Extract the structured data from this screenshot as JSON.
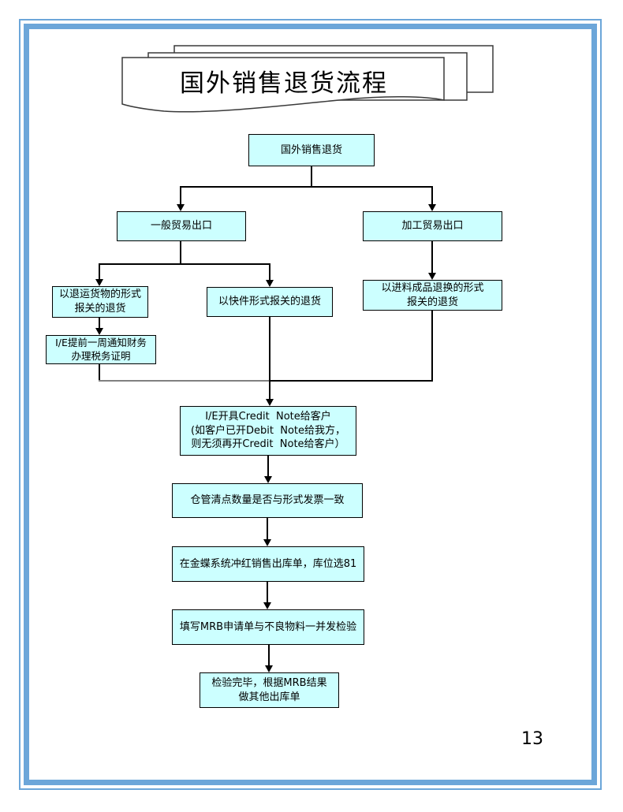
{
  "title": {
    "text": "国外销售退货流程"
  },
  "page": {
    "number": "13"
  },
  "colors": {
    "node_fill": "#CCFFFF",
    "node_border": "#000000",
    "frame_blue": "#6CA6D9",
    "connector_gray": "#808080"
  },
  "flowchart": {
    "type": "flowchart",
    "nodes": [
      {
        "id": "root",
        "lines": [
          "国外销售退货"
        ]
      },
      {
        "id": "general-trade",
        "lines": [
          "一般贸易出口"
        ]
      },
      {
        "id": "processing-trade",
        "lines": [
          "加工贸易出口"
        ]
      },
      {
        "id": "return-shipment",
        "lines": [
          "以退运货物的形式",
          "报关的退货"
        ]
      },
      {
        "id": "express-declare",
        "lines": [
          "以快件形式报关的退货"
        ]
      },
      {
        "id": "imported-exchange",
        "lines": [
          "以进料成品退换的形式",
          "报关的退货"
        ]
      },
      {
        "id": "ie-notify-finance",
        "lines": [
          "I/E提前一周通知财务",
          "办理税务证明"
        ]
      },
      {
        "id": "credit-note",
        "lines": [
          "I/E开具Credit  Note给客户",
          "(如客户已开Debit  Note给我方，",
          "则无须再开Credit  Note给客户）"
        ]
      },
      {
        "id": "warehouse-count",
        "lines": [
          "仓管清点数量是否与形式发票一致"
        ]
      },
      {
        "id": "kingdee-reverse",
        "lines": [
          "在金蝶系统冲红销售出库单，库位选81"
        ]
      },
      {
        "id": "mrb-request",
        "lines": [
          "填写MRB申请单与不良物料一并发检验"
        ]
      },
      {
        "id": "inspection-done",
        "lines": [
          "检验完毕，根据MRB结果",
          "做其他出库单"
        ]
      }
    ]
  }
}
